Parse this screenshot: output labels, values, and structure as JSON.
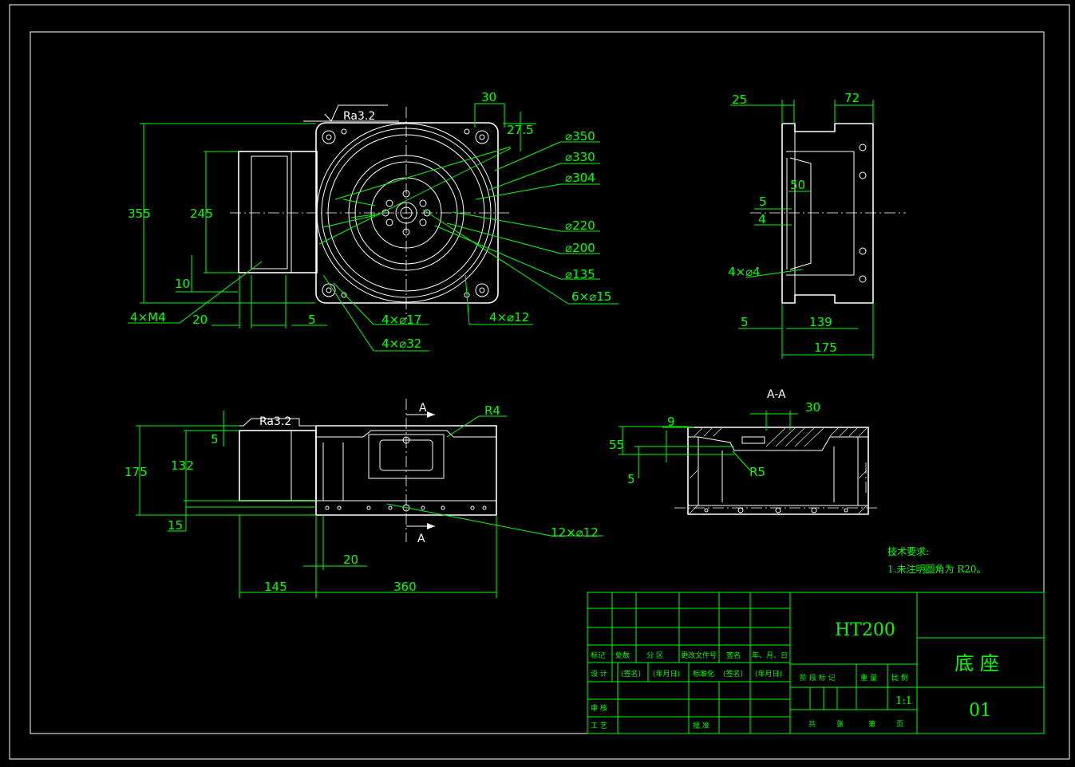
{
  "drawing": {
    "roughness": "Ra3.2",
    "top_view": {
      "dims": [
        "30",
        "27.5",
        "355",
        "245",
        "10",
        "20",
        "5"
      ],
      "diameters": [
        "⌀350",
        "⌀330",
        "⌀304",
        "⌀220",
        "⌀200",
        "⌀135"
      ],
      "callouts": [
        "6×⌀15",
        "4×⌀12",
        "4×⌀17",
        "4×⌀32",
        "4×M4"
      ]
    },
    "side_view": {
      "dims": [
        "25",
        "72",
        "50",
        "5",
        "4",
        "5",
        "139",
        "175"
      ],
      "callouts": [
        "4×⌀4"
      ]
    },
    "front_view": {
      "dims": [
        "5",
        "175",
        "132",
        "15",
        "20",
        "145",
        "360"
      ],
      "callouts": [
        "R4",
        "12×⌀12"
      ],
      "section_marks": [
        "A",
        "A"
      ]
    },
    "section_view": {
      "title": "A-A",
      "dims": [
        "9",
        "30",
        "55",
        "5"
      ],
      "callouts": [
        "R5"
      ]
    },
    "notes": {
      "heading": "技术要求:",
      "line1": "1.未注明圆角为 R20。"
    }
  },
  "title_block": {
    "material": "HT200",
    "part_name": "底 座",
    "drawing_no": "01",
    "scale": "1:1",
    "row_headers": [
      "标记",
      "处数",
      "分 区",
      "更改文件号",
      "签名",
      "年、月、日"
    ],
    "design_row": [
      "设 计",
      "(签名)",
      "(年月日)",
      "标准化",
      "(签名)",
      "(年月日)"
    ],
    "stage_headers": [
      "阶 段 标 记",
      "重 量",
      "比 例"
    ],
    "review": "审 核",
    "process": "工 艺",
    "approve": "批 准",
    "sheet": [
      "共",
      "张",
      "第",
      "页"
    ]
  }
}
